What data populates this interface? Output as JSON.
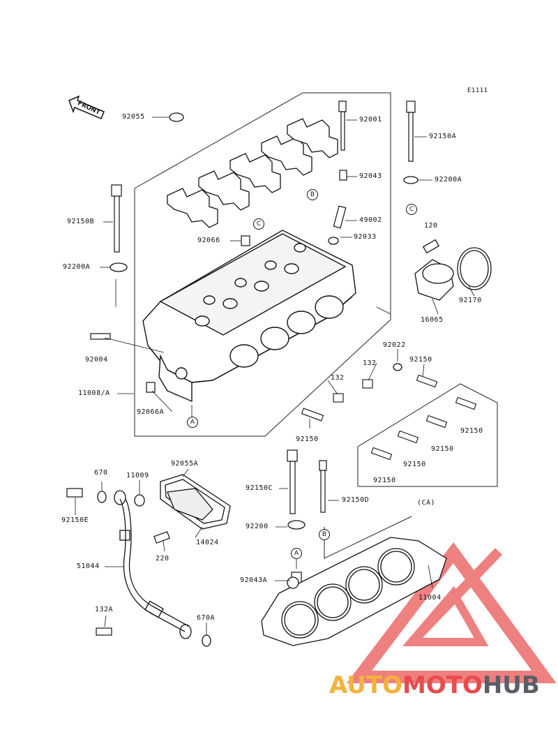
{
  "diagram_code": "E1111",
  "front_label": "FRONT",
  "labels": {
    "p92055": "92055",
    "p92001": "92001",
    "p92150A": "92150A",
    "p92043": "92043",
    "p92200A_r": "92200A",
    "p92150B": "92150B",
    "p49002": "49002",
    "p120": "120",
    "p92066": "92066",
    "p92033": "92033",
    "p92200A_l": "92200A",
    "p92170": "92170",
    "p16065": "16065",
    "p92022": "92022",
    "p92004": "92004",
    "p132a": "132",
    "p92150_a": "92150",
    "p132b": "132",
    "p11008A": "11008/A",
    "p92066A": "92066A",
    "p92150_b": "92150",
    "p92150_c": "92150",
    "p92150_d": "92150",
    "p92150_e": "92150",
    "p92150_f": "92150",
    "p670": "670",
    "p11009": "11009",
    "p92055A": "92055A",
    "p92150C": "92150C",
    "p92150D": "92150D",
    "p92150E": "92150E",
    "pCA": "(CA)",
    "p220": "220",
    "p14024": "14024",
    "p92200": "92200",
    "p51044": "51044",
    "p92043A": "92043A",
    "p11004": "11004",
    "p132A": "132A",
    "p670A": "670A"
  },
  "callouts": {
    "A1": "A",
    "A2": "A",
    "B1": "B",
    "B2": "B",
    "C1": "C",
    "C2": "C"
  },
  "watermark": {
    "part1": "AUTO",
    "part2": "MOTO",
    "part3": "HUB",
    "color1": "#f3b23a",
    "color2": "#e94b4b",
    "color3": "#5a5f66"
  }
}
